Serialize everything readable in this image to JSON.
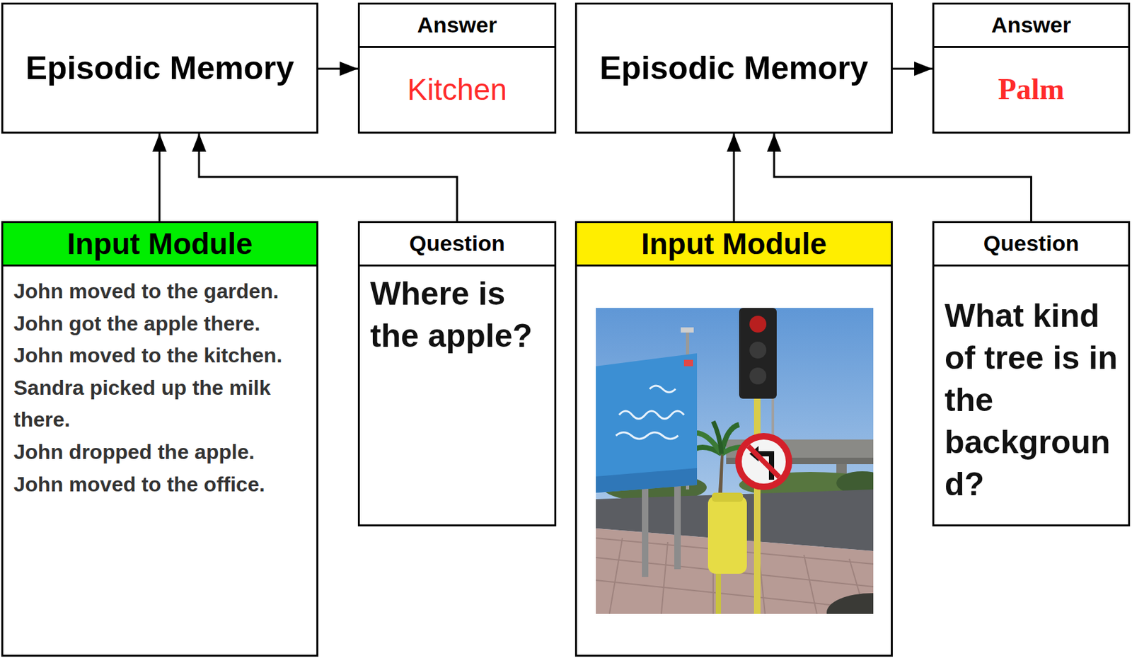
{
  "diagram": {
    "nodes": [
      {
        "text": [
          "Episodic Memory"
        ]
      },
      {
        "text": [
          "Answer",
          "Kitchen"
        ]
      },
      {
        "text": [
          "Episodic Memory"
        ]
      },
      {
        "text": [
          "Answer",
          "Palm"
        ]
      },
      {
        "text": [
          "Input Module",
          "John moved to the garden.",
          "John got the apple there.",
          "John moved to the kitchen.",
          "Sandra picked up the milk there.",
          "John dropped the apple.",
          "John moved to the office."
        ]
      },
      {
        "text": [
          "Question",
          "Where is the apple?"
        ]
      },
      {
        "text": [
          "Input Module"
        ]
      },
      {
        "text": [
          "Question",
          "What kind of tree is in the background?"
        ]
      }
    ],
    "edges": [
      {
        "from": 0,
        "to": 1,
        "arrow": "to"
      },
      {
        "from": 2,
        "to": 3,
        "arrow": "to"
      },
      {
        "from": 4,
        "to": 0,
        "arrow": "to"
      },
      {
        "from": 5,
        "to": 0,
        "arrow": "to"
      },
      {
        "from": 6,
        "to": 2,
        "arrow": "to"
      },
      {
        "from": 7,
        "to": 2,
        "arrow": "to"
      }
    ]
  }
}
